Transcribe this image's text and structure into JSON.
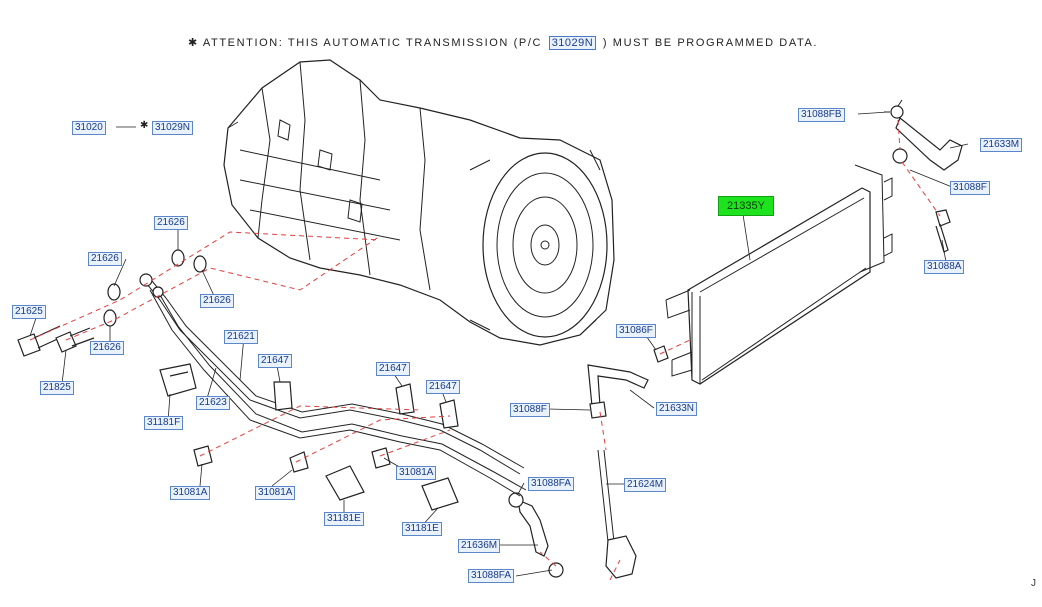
{
  "note": {
    "star": "✱",
    "prefix": "ATTENTION: THIS AUTOMATIC TRANSMISSION (P/C",
    "code": "31029N",
    "suffix": ") MUST BE PROGRAMMED DATA."
  },
  "labels": {
    "l31020": "31020",
    "l31029N": "31029N",
    "star": "✱",
    "l21626a": "21626",
    "l21626b": "21626",
    "l21626c": "21626",
    "l21626d": "21626",
    "l21625": "21625",
    "l21825": "21825",
    "l21621": "21621",
    "l21647a": "21647",
    "l21647b": "21647",
    "l21647c": "21647",
    "l21623": "21623",
    "l31181F": "31181F",
    "l31081A_a": "31081A",
    "l31081A_b": "31081A",
    "l31081A_c": "31081A",
    "l31181E_a": "31181E",
    "l31181E_b": "31181E",
    "l31088FA_a": "31088FA",
    "l31088FA_b": "31088FA",
    "l21636M": "21636M",
    "l21624M": "21624M",
    "l31088F_a": "31088F",
    "l31086F": "31086F",
    "l21633N": "21633N",
    "l21335Y": "21335Y",
    "l31088FB": "31088FB",
    "l21633M": "21633M",
    "l31088F_b": "31088F",
    "l31088A": "31088A"
  },
  "corner": "J",
  "colors": {
    "highlight": "#1de21d",
    "label_border": "#5b86c9",
    "leader_dash": "#e04040"
  }
}
